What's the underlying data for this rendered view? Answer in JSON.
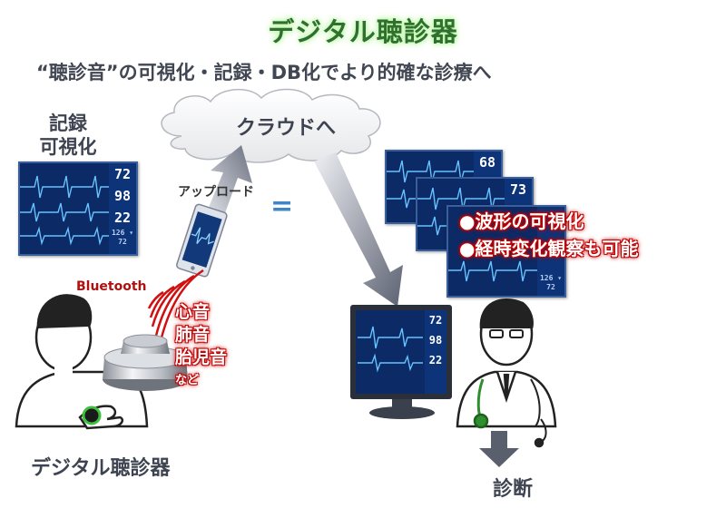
{
  "title": "デジタル聴診器",
  "subtitle": "“聴診音”の可視化・記録・DB化でより的確な診療へ",
  "record_label": [
    "記録",
    "可視化"
  ],
  "cloud_label": "クラウドへ",
  "upload_label": "アップロード",
  "equals_sign": "=",
  "bluetooth_label": "Bluetooth",
  "sounds": [
    "心音",
    "肺音",
    "胎児音"
  ],
  "sounds_etc": "など",
  "device_label": "デジタル聴診器",
  "diagnosis_label": "診断",
  "notes": [
    "●波形の可視化",
    "●経時変化観察も可能"
  ],
  "monitor_left": {
    "values": [
      "72",
      "98",
      "22"
    ],
    "footer": "126 ▾ 72"
  },
  "monitor_stack": [
    {
      "values": [
        "68"
      ]
    },
    {
      "values": [
        "73"
      ]
    },
    {
      "values": [],
      "footer": "126 ▾ 72"
    }
  ],
  "monitor_big": {
    "values": [
      "72",
      "98",
      "22"
    ]
  },
  "colors": {
    "title_glow": "#b9f5a0",
    "accent_red": "#c00000",
    "monitor_bg": "#0b2a66",
    "arrow_gray": "#6b7080"
  },
  "icons": [
    "cloud-icon",
    "upload-arrow-icon",
    "download-arrow-icon",
    "smartphone-icon",
    "wireless-waves-icon",
    "stethoscope-icon",
    "patient-icon",
    "doctor-icon",
    "computer-monitor-icon",
    "down-arrow-icon"
  ]
}
